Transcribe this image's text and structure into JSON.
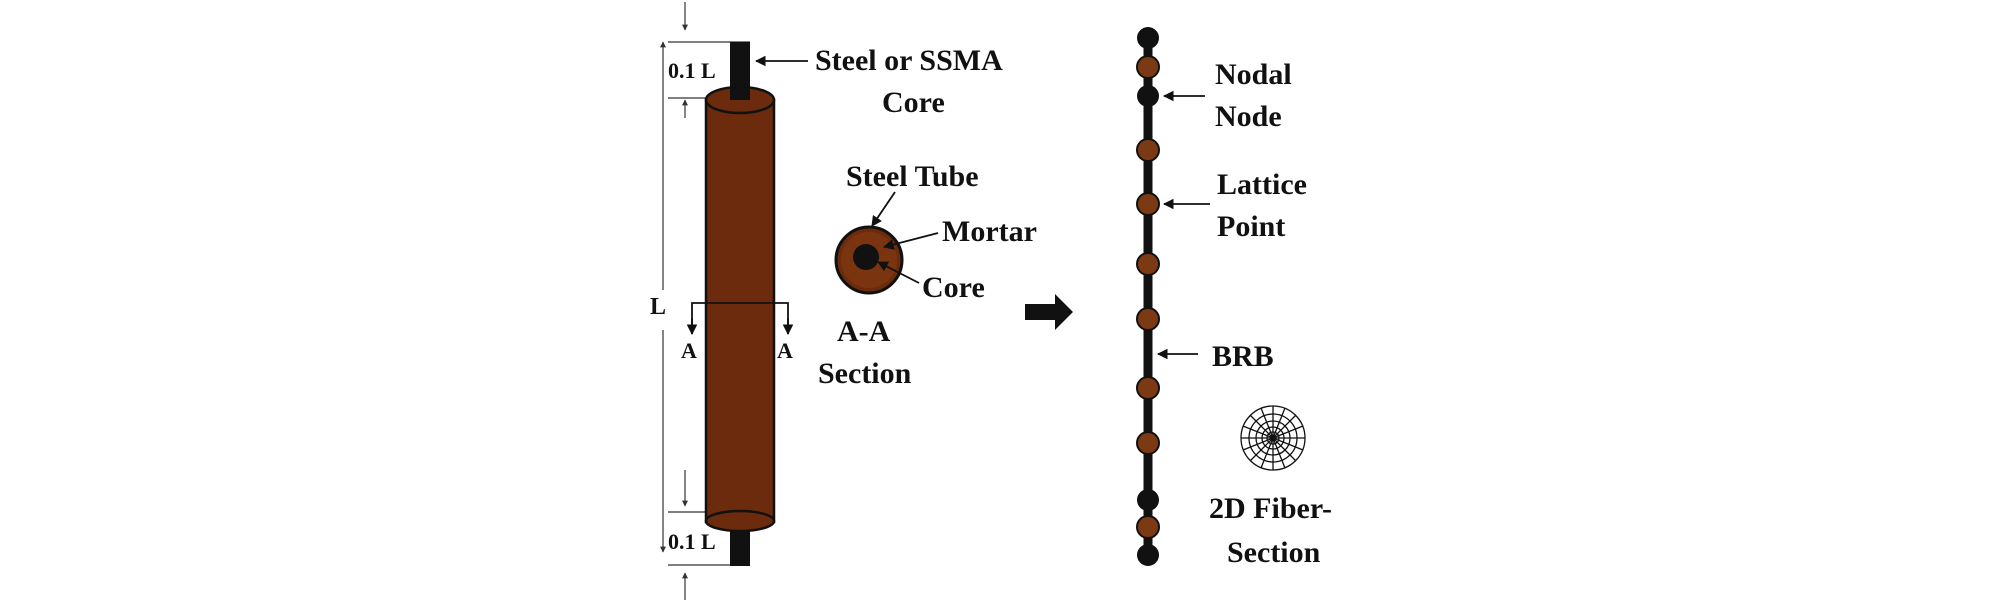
{
  "figure": {
    "colors": {
      "ink": "#111111",
      "tube": "#6B2B0C",
      "mortar": "#7A3510",
      "lattice": "#7B3A14",
      "dim": "#333333"
    }
  },
  "brace": {
    "top_segment_label": "0.1 L",
    "length_label": "L",
    "bottom_segment_label": "0.1 L",
    "core_label_line1": "Steel or SSMA",
    "core_label_line2": "Core",
    "section_cut_left": "A",
    "section_cut_right": "A"
  },
  "cross_section": {
    "tube_label": "Steel Tube",
    "mortar_label": "Mortar",
    "core_label": "Core",
    "caption_line1": "A-A",
    "caption_line2": "Section"
  },
  "model": {
    "nodal_label_line1": "Nodal",
    "nodal_label_line2": "Node",
    "lattice_label_line1": "Lattice",
    "lattice_label_line2": "Point",
    "brb_label": "BRB",
    "fiber_label_line1": "2D Fiber-",
    "fiber_label_line2": "Section"
  }
}
